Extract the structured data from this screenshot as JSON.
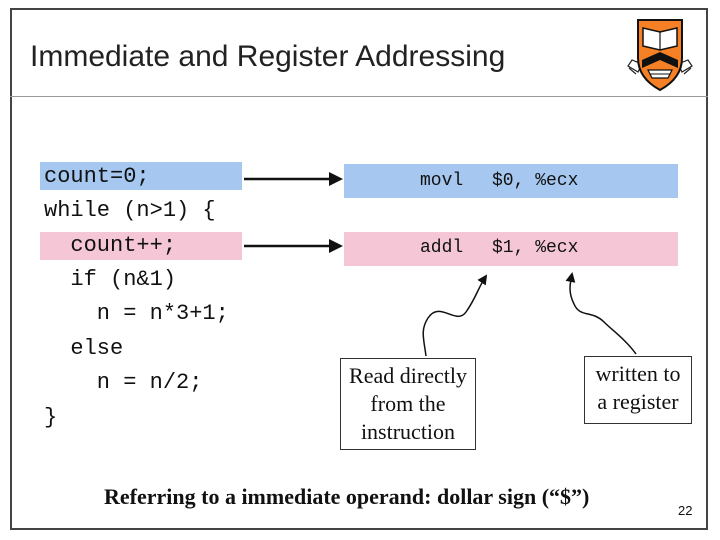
{
  "title": "Immediate and Register Addressing",
  "code_lines": [
    "count=0;",
    "while (n>1) {",
    "  count++;",
    "  if (n&1)",
    "    n = n*3+1;",
    "  else",
    "    n = n/2;",
    "}"
  ],
  "asm": [
    {
      "mnemonic": "movl",
      "operands": "$0, %ecx"
    },
    {
      "mnemonic": "addl",
      "operands": "$1, %ecx"
    }
  ],
  "notes": {
    "immediate": [
      "Read directly",
      "from the",
      "instruction"
    ],
    "register": [
      "written to",
      "a register"
    ]
  },
  "footer": "Referring to a immediate operand: dollar sign (“$”)",
  "page_number": "22",
  "colors": {
    "code_highlight_blue": "#a6c8f0",
    "code_highlight_pink": "#f4c6d6",
    "logo_orange": "#f58025",
    "logo_black": "#111111"
  },
  "icons": {
    "logo": "princeton-shield-icon"
  }
}
